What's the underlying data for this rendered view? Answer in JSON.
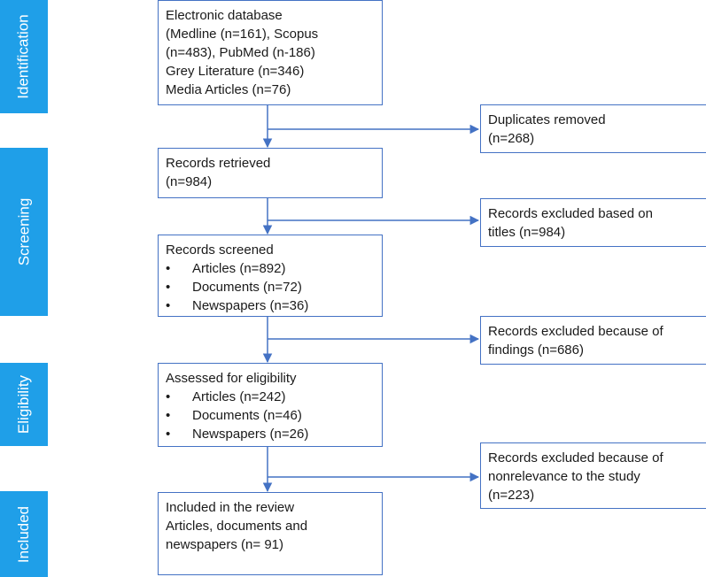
{
  "stages": [
    {
      "key": "identification",
      "label": "Identification"
    },
    {
      "key": "screening",
      "label": "Screening"
    },
    {
      "key": "eligibility",
      "label": "Eligibility"
    },
    {
      "key": "included",
      "label": "Included"
    }
  ],
  "main_boxes": {
    "database": {
      "lines": [
        "Electronic database",
        "(Medline (n=161), Scopus",
        "(n=483), PubMed (n-186)",
        "Grey Literature (n=346)",
        "Media Articles (n=76)"
      ]
    },
    "retrieved": {
      "lines": [
        "Records retrieved",
        "(n=984)"
      ]
    },
    "screened": {
      "title": "Records screened",
      "bullets": [
        "Articles (n=892)",
        "Documents (n=72)",
        "Newspapers (n=36)"
      ]
    },
    "eligibility": {
      "title": "Assessed for eligibility",
      "bullets": [
        "Articles (n=242)",
        "Documents (n=46)",
        "Newspapers (n=26)"
      ]
    },
    "included": {
      "lines": [
        "Included in the review",
        "Articles, documents and",
        "newspapers (n= 91)"
      ]
    }
  },
  "side_boxes": {
    "duplicates": {
      "lines": [
        "Duplicates removed",
        "(n=268)"
      ]
    },
    "titles": {
      "lines": [
        "Records excluded based on",
        "titles (n=984)"
      ]
    },
    "findings": {
      "lines": [
        "Records excluded because of",
        "findings (n=686)"
      ]
    },
    "nonrelevance": {
      "lines": [
        "Records excluded because of",
        "nonrelevance to the study",
        "(n=223)"
      ]
    }
  },
  "bullet_glyph": "•",
  "colors": {
    "stage_fill": "#1f9fe8",
    "box_border": "#4472c4",
    "arrow": "#4472c4"
  }
}
